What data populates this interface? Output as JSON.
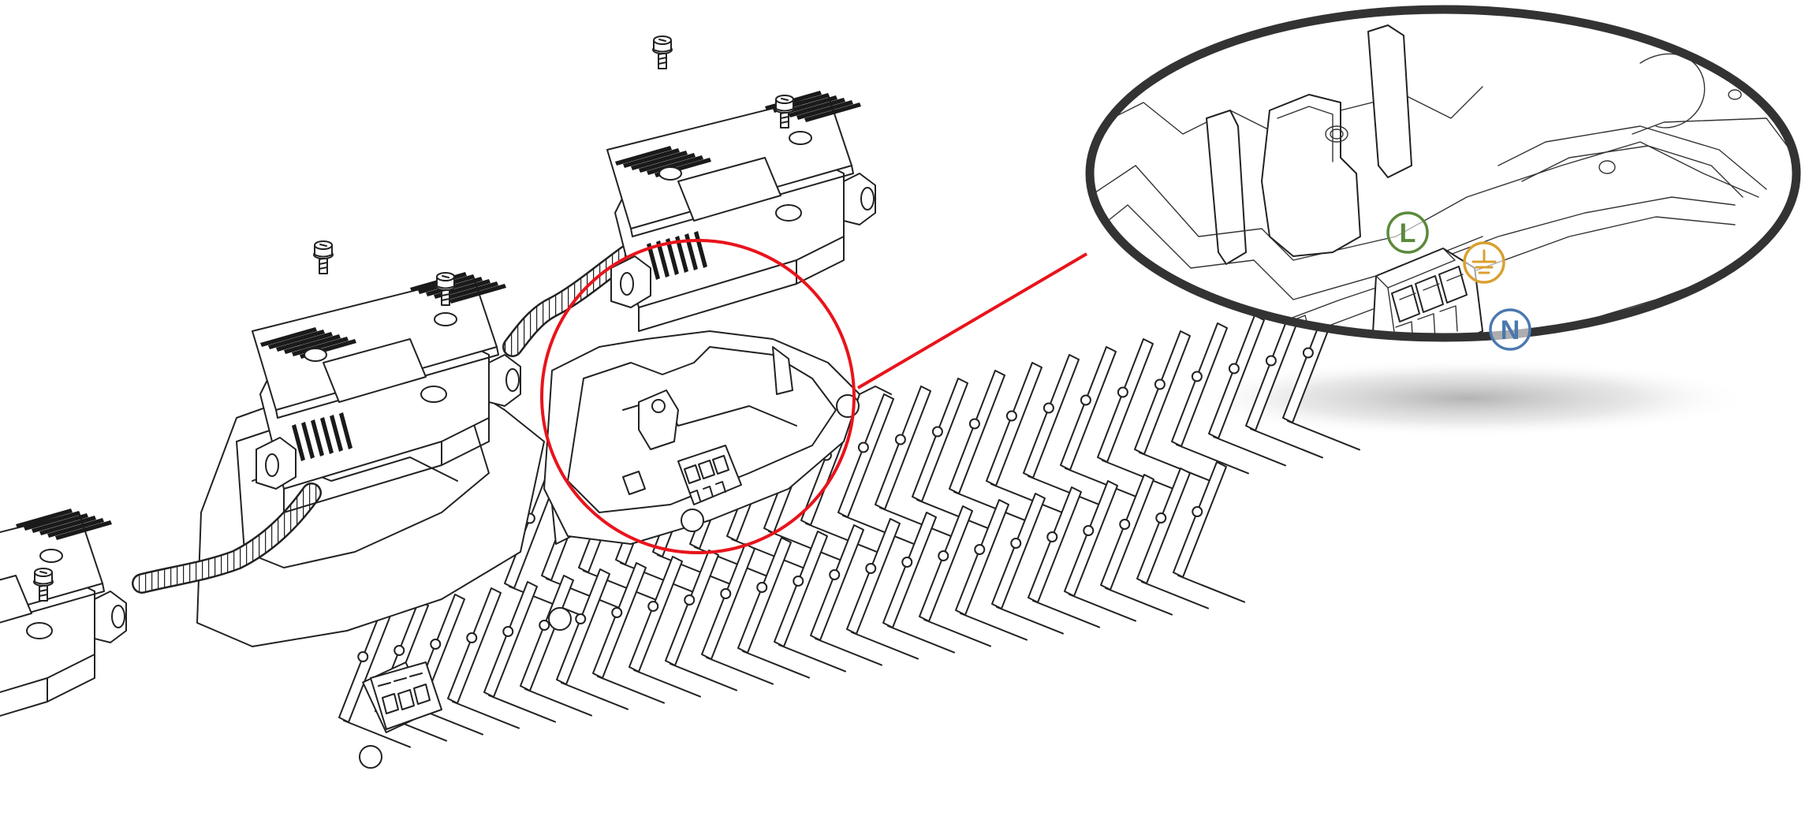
{
  "figure": {
    "accent_color": "#e8141c",
    "detail_frame_color": "#333333",
    "line_color": "#222222"
  },
  "terminal_markers": [
    {
      "id": "L",
      "label": "L",
      "color": "#5a8a3a",
      "meaning_icon": "line-terminal-icon"
    },
    {
      "id": "PE",
      "label": "⏚",
      "color": "#d9a030",
      "meaning_icon": "ground-symbol-icon"
    },
    {
      "id": "N",
      "label": "N",
      "color": "#4a78b0",
      "meaning_icon": "neutral-terminal-icon"
    }
  ]
}
